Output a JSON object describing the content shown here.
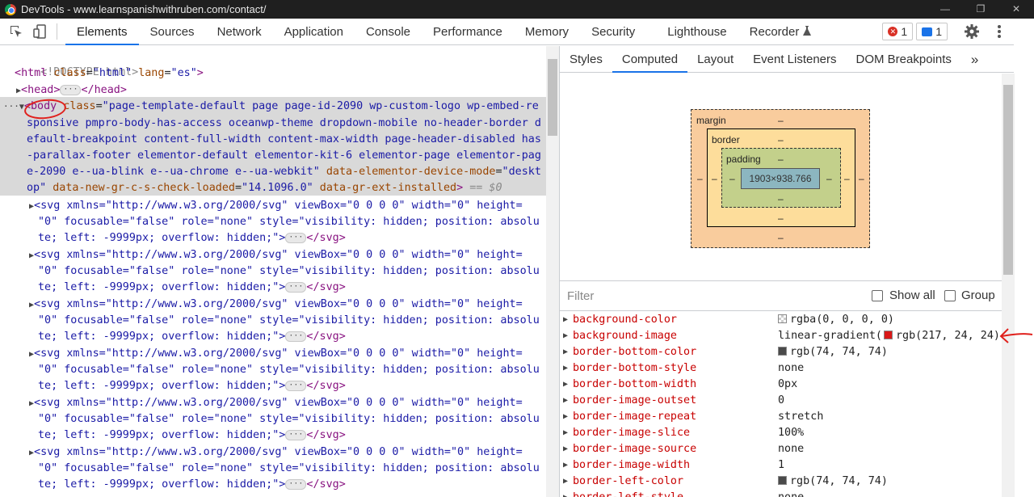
{
  "window": {
    "title": "DevTools - www.learnspanishwithruben.com/contact/",
    "controls": [
      "—",
      "❐",
      "✕"
    ]
  },
  "toolbar": {
    "tabs": [
      "Elements",
      "Sources",
      "Network",
      "Application",
      "Console",
      "Performance",
      "Memory",
      "Security",
      "Lighthouse",
      "Recorder"
    ],
    "active_tab": "Elements",
    "error_count": "1",
    "message_count": "1"
  },
  "elements": {
    "doctype": "<!DOCTYPE html>",
    "html_open": {
      "tag": "html",
      "attr_class": "html",
      "attr_lang": "es"
    },
    "head_line": {
      "open": "<head>",
      "close": "</head>"
    },
    "body": {
      "tag": "body",
      "attr_class_name": "class",
      "line1": "page-template-default page page-id-2090 wp-custom-logo wp-embed-re",
      "line2": "sponsive pmpro-body-has-access oceanwp-theme dropdown-mobile no-header-border d",
      "line3": "efault-breakpoint content-full-width content-max-width page-header-disabled has",
      "line4": "-parallax-footer elementor-default elementor-kit-6 elementor-page elementor-pag",
      "line5": "e-2090 e--ua-blink e--ua-chrome e--ua-webkit",
      "attr_device": "data-elementor-device-mode",
      "val_device_a": "deskt",
      "val_device_b": "op",
      "attr_check": "data-new-gr-c-s-check-loaded",
      "val_check": "14.1096.0",
      "attr_ext": "data-gr-ext-installed",
      "eq": "== $0"
    },
    "svg_rows": [
      {
        "l1": "<svg xmlns=\"http://www.w3.org/2000/svg\" viewBox=\"0 0 0 0\" width=\"0\" height=",
        "l2": "\"0\" focusable=\"false\" role=\"none\" style=\"visibility: hidden; position: absolu",
        "l3": "te; left: -9999px; overflow: hidden;\">",
        "close": "</svg>"
      },
      {
        "l1": "<svg xmlns=\"http://www.w3.org/2000/svg\" viewBox=\"0 0 0 0\" width=\"0\" height=",
        "l2": "\"0\" focusable=\"false\" role=\"none\" style=\"visibility: hidden; position: absolu",
        "l3": "te; left: -9999px; overflow: hidden;\">",
        "close": "</svg>"
      },
      {
        "l1": "<svg xmlns=\"http://www.w3.org/2000/svg\" viewBox=\"0 0 0 0\" width=\"0\" height=",
        "l2": "\"0\" focusable=\"false\" role=\"none\" style=\"visibility: hidden; position: absolu",
        "l3": "te; left: -9999px; overflow: hidden;\">",
        "close": "</svg>"
      },
      {
        "l1": "<svg xmlns=\"http://www.w3.org/2000/svg\" viewBox=\"0 0 0 0\" width=\"0\" height=",
        "l2": "\"0\" focusable=\"false\" role=\"none\" style=\"visibility: hidden; position: absolu",
        "l3": "te; left: -9999px; overflow: hidden;\">",
        "close": "</svg>"
      },
      {
        "l1": "<svg xmlns=\"http://www.w3.org/2000/svg\" viewBox=\"0 0 0 0\" width=\"0\" height=",
        "l2": "\"0\" focusable=\"false\" role=\"none\" style=\"visibility: hidden; position: absolu",
        "l3": "te; left: -9999px; overflow: hidden;\">",
        "close": "</svg>"
      },
      {
        "l1": "<svg xmlns=\"http://www.w3.org/2000/svg\" viewBox=\"0 0 0 0\" width=\"0\" height=",
        "l2": "\"0\" focusable=\"false\" role=\"none\" style=\"visibility: hidden; position: absolu",
        "l3": "te; left: -9999px; overflow: hidden;\">",
        "close": "</svg>"
      }
    ]
  },
  "sidepanel": {
    "tabs": [
      "Styles",
      "Computed",
      "Layout",
      "Event Listeners",
      "DOM Breakpoints"
    ],
    "active_tab": "Computed",
    "more": "»"
  },
  "boxmodel": {
    "margin_label": "margin",
    "border_label": "border",
    "padding_label": "padding",
    "dash": "–",
    "content_size": "1903×938.766"
  },
  "filter": {
    "placeholder": "Filter",
    "show_all": "Show all",
    "group": "Group"
  },
  "computed": [
    {
      "name": "background-color",
      "value": "rgba(0, 0, 0, 0)",
      "swatch": "transparent"
    },
    {
      "name": "background-image",
      "value": "linear-gradient(",
      "value2": "rgb(217, 24, 24)",
      "swatch": "#d91818"
    },
    {
      "name": "border-bottom-color",
      "value": "rgb(74, 74, 74)",
      "swatch": "#4a4a4a"
    },
    {
      "name": "border-bottom-style",
      "value": "none"
    },
    {
      "name": "border-bottom-width",
      "value": "0px"
    },
    {
      "name": "border-image-outset",
      "value": "0"
    },
    {
      "name": "border-image-repeat",
      "value": "stretch"
    },
    {
      "name": "border-image-slice",
      "value": "100%"
    },
    {
      "name": "border-image-source",
      "value": "none"
    },
    {
      "name": "border-image-width",
      "value": "1"
    },
    {
      "name": "border-left-color",
      "value": "rgb(74, 74, 74)",
      "swatch": "#4a4a4a"
    },
    {
      "name": "border-left-style",
      "value": "none"
    }
  ],
  "colors": {
    "accent": "#1a73e8",
    "annotation_red": "#e0201c",
    "prop_name": "#c80000"
  }
}
